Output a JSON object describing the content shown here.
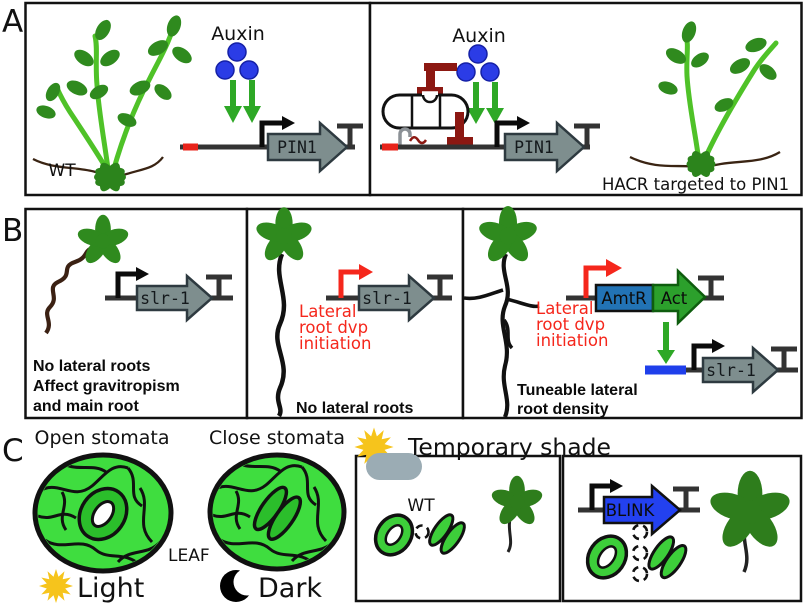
{
  "panel_a": {
    "label": "A",
    "left": {
      "plant": "WT",
      "ligand": "Auxin",
      "gene": "PIN1"
    },
    "right": {
      "ligand": "Auxin",
      "gene": "PIN1",
      "caption": "HACR targeted to PIN1"
    }
  },
  "panel_b": {
    "label": "B",
    "box1": {
      "gene": "slr-1",
      "caption": [
        "No lateral roots",
        "Affect gravitropism",
        "and main root"
      ]
    },
    "box2": {
      "promoter": [
        "Lateral",
        "root dvp",
        "initiation"
      ],
      "gene": "slr-1",
      "caption": [
        "No lateral roots"
      ]
    },
    "box3": {
      "promoter": [
        "Lateral",
        "root dvp",
        "initiation"
      ],
      "repressor": "AmtR",
      "activator": "Act",
      "gene": "slr-1",
      "caption": [
        "Tuneable lateral",
        "root density"
      ]
    }
  },
  "panel_c": {
    "label": "C",
    "open_label": "Open stomata",
    "close_label": "Close stomata",
    "leaf_label": "LEAF",
    "light_label": "Light",
    "dark_label": "Dark",
    "shade_title": "Temporary shade",
    "wt_label": "WT",
    "gene": "BLINK"
  },
  "colors": {
    "auxin_blue": "#2b3ce6",
    "signal_green": "#2ea826",
    "repressor_dark_red": "#8c1812",
    "promoter_red": "#f5271c",
    "gene_gray": "#7e8e8e",
    "amtr_blue": "#2273b5",
    "act_green": "#2ca02c",
    "blink_blue": "#2341f0",
    "operator_blue": "#1f3feb",
    "leaf_circle_green": "#3fdd3f",
    "stoma_green": "#2bbe2b",
    "stoma_green_small": "#3dce3a",
    "plant_dark_green": "#2f8a1e",
    "shoot_dark_green": "#2e7d1c",
    "stem_light_green": "#4fc228",
    "root_brown": "#3b2113",
    "sun_gold": "#f6c41c",
    "cloud_gray": "#9bacb4"
  }
}
